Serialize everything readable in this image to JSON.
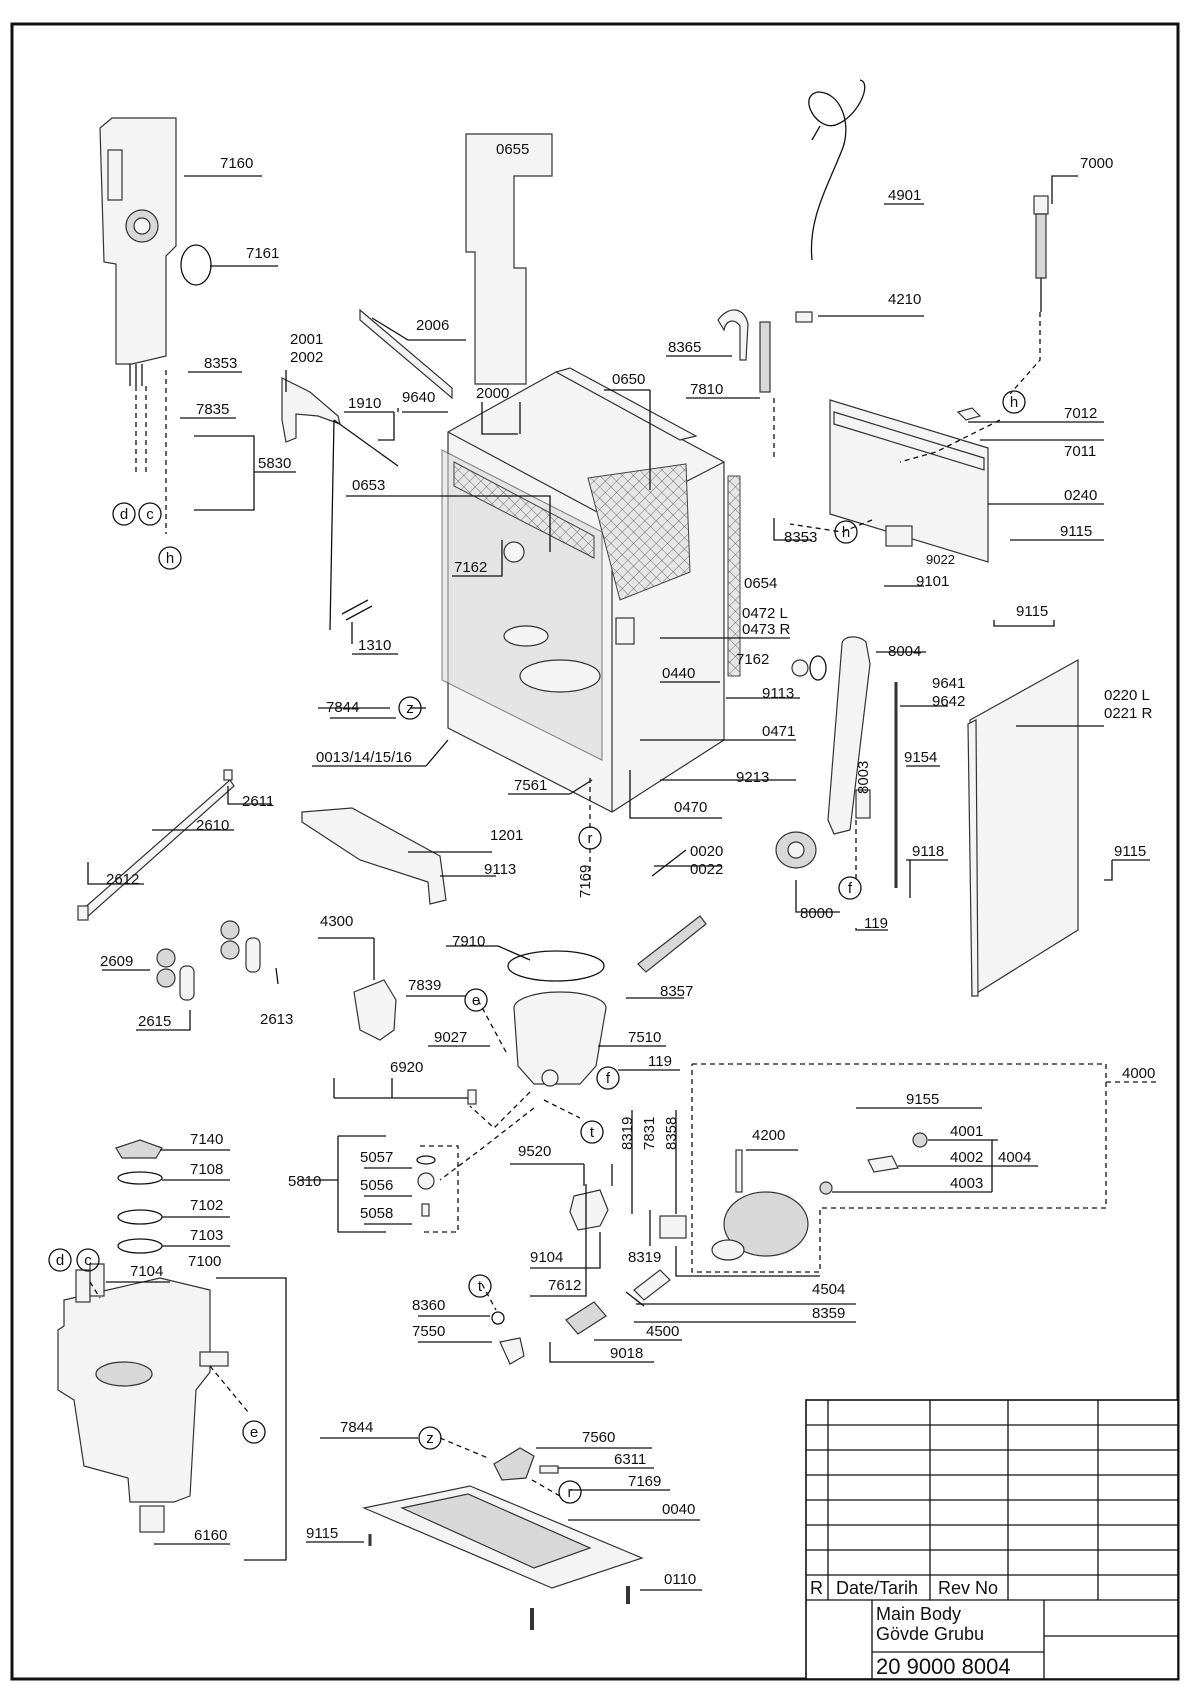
{
  "parts": {
    "p7160": "7160",
    "p7161": "7161",
    "p8353a": "8353",
    "p7835": "7835",
    "p5830": "5830",
    "p0655": "0655",
    "p2006": "2006",
    "p2001": "2001",
    "p2002": "2002",
    "p1910": "1910",
    "p9640": "9640",
    "p2000": "2000",
    "p0650": "0650",
    "p0653": "0653",
    "p7162a": "7162",
    "p1310": "1310",
    "p7844a": "7844",
    "p0013": "0013/14/15/16",
    "p0654": "0654",
    "p0472": "0472 L",
    "p0473": "0473 R",
    "p0440": "0440",
    "p7162b": "7162",
    "p9113a": "9113",
    "p0471": "0471",
    "p7561": "7561",
    "p9213": "9213",
    "p0470": "0470",
    "p0020": "0020",
    "p0022": "0022",
    "p7169a": "7169",
    "p4901": "4901",
    "p7000": "7000",
    "p4210": "4210",
    "p8365": "8365",
    "p7810": "7810",
    "p7012": "7012",
    "p7011": "7011",
    "p0240": "0240",
    "p8353b": "8353",
    "p9115a": "9115",
    "p9022": "9022",
    "p9101": "9101",
    "p9115b": "9115",
    "p8004": "8004",
    "p9641": "9641",
    "p9642": "9642",
    "p0220": "0220 L",
    "p0221": "0221 R",
    "p9154": "9154",
    "p8003": "8003",
    "p9118": "9118",
    "p9115c": "9115",
    "p8000": "8000",
    "p119a": "119",
    "p2611": "2611",
    "p2610": "2610",
    "p2612": "2612",
    "p1201": "1201",
    "p9113b": "9113",
    "p2609": "2609",
    "p2615": "2615",
    "p2613": "2613",
    "p4300": "4300",
    "p7910": "7910",
    "p7839": "7839",
    "p8357": "8357",
    "p9027": "9027",
    "p7510": "7510",
    "p6920": "6920",
    "p119b": "119",
    "p4000": "4000",
    "p9155": "9155",
    "p4001": "4001",
    "p4002": "4002",
    "p4004": "4004",
    "p4003": "4003",
    "p4200": "4200",
    "p8319a": "8319",
    "p7831": "7831",
    "p8358": "8358",
    "p9520": "9520",
    "p5057": "5057",
    "p5056": "5056",
    "p5058": "5058",
    "p5810": "5810",
    "p7140": "7140",
    "p7108": "7108",
    "p7102": "7102",
    "p7103": "7103",
    "p7100": "7100",
    "p7104": "7104",
    "p9104": "9104",
    "p7612": "7612",
    "p8319b": "8319",
    "p4504": "4504",
    "p8359": "8359",
    "p8360": "8360",
    "p7550": "7550",
    "p4500": "4500",
    "p9018": "9018",
    "p7844b": "7844",
    "p7560": "7560",
    "p6311": "6311",
    "p7169b": "7169",
    "p0040": "0040",
    "p9115d": "9115",
    "p6160": "6160",
    "p0110": "0110"
  },
  "markers": {
    "d": "d",
    "c": "c",
    "h": "h",
    "z": "z",
    "r": "r",
    "f": "f",
    "e": "e",
    "t": "t"
  },
  "title_block": {
    "rev_mark": "R",
    "date_header": "Date/Tarih",
    "rev_header": "Rev No",
    "title_en": "Main Body",
    "title_tr": "Gövde Grubu",
    "drawing_number": "20 9000 8004"
  }
}
